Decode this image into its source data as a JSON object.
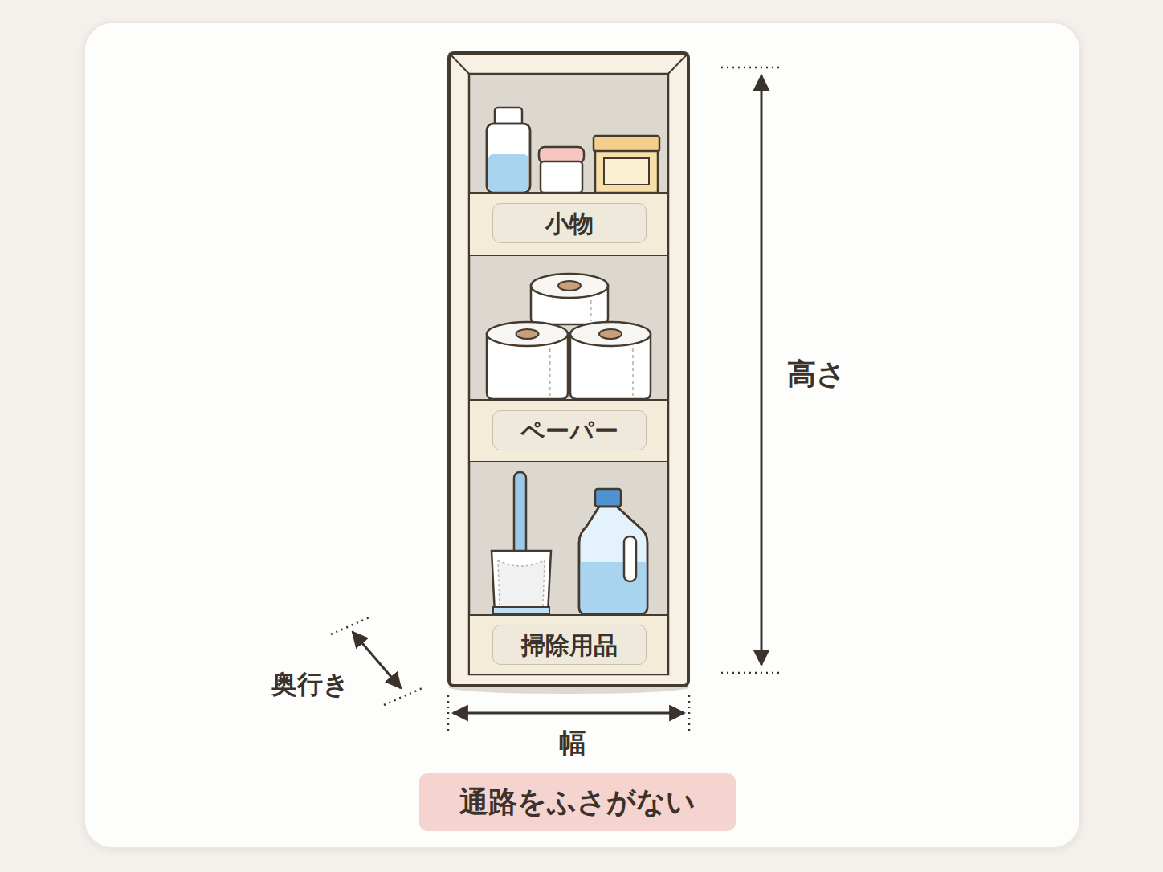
{
  "diagram": {
    "nodes": [
      {
        "text": [
          "小物"
        ]
      },
      {
        "text": [
          "ペーパー"
        ]
      },
      {
        "text": [
          "掃除用品"
        ]
      },
      {
        "text": [
          "通路をふさがない"
        ]
      }
    ],
    "labels": [
      "高さ",
      "奥行き",
      "幅"
    ]
  }
}
